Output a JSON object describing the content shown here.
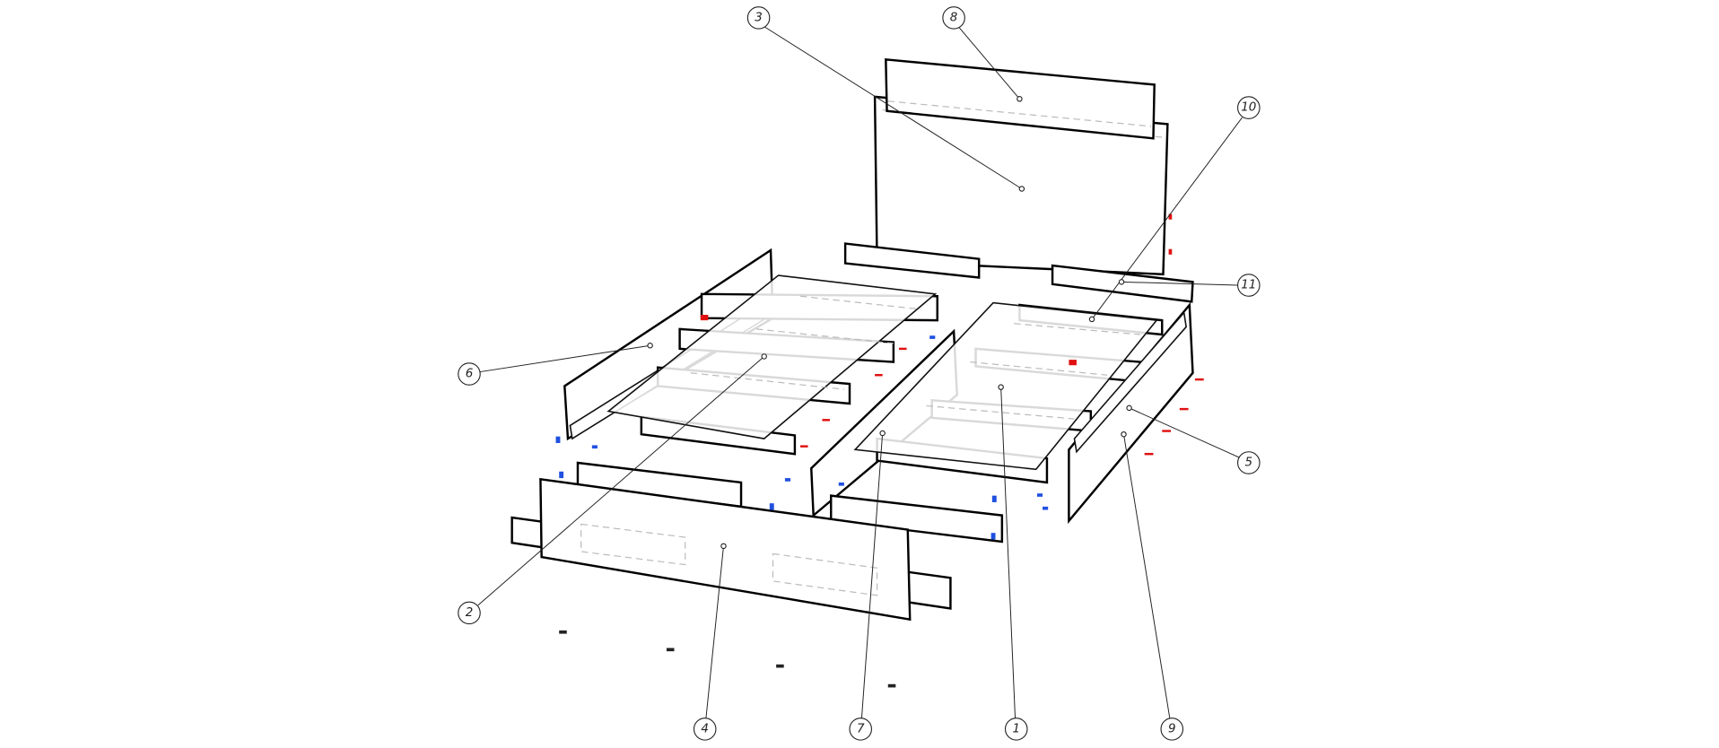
{
  "diagram": {
    "type": "exploded-assembly",
    "callouts": [
      {
        "id": "1",
        "label": "1"
      },
      {
        "id": "2",
        "label": "2"
      },
      {
        "id": "3",
        "label": "3"
      },
      {
        "id": "4",
        "label": "4"
      },
      {
        "id": "5",
        "label": "5"
      },
      {
        "id": "6",
        "label": "6"
      },
      {
        "id": "7",
        "label": "7"
      },
      {
        "id": "8",
        "label": "8"
      },
      {
        "id": "9",
        "label": "9"
      },
      {
        "id": "10",
        "label": "10"
      },
      {
        "id": "11",
        "label": "11"
      }
    ],
    "colors": {
      "line": "#111111",
      "hardware_red": "#e01010",
      "hardware_blue": "#2050e0",
      "hidden_line": "#bbbbbb"
    }
  }
}
